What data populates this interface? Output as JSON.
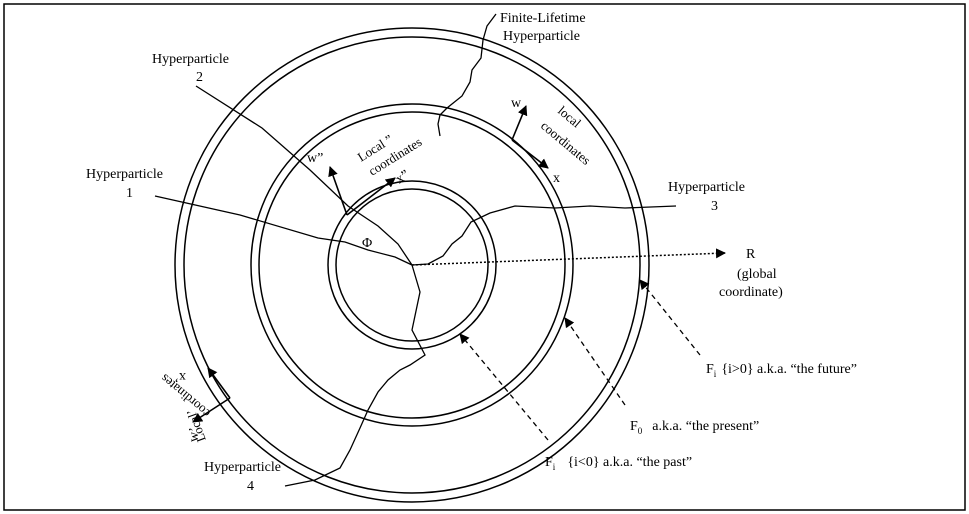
{
  "diagram": {
    "labels": {
      "finite_lifetime_1": "Finite-Lifetime",
      "finite_lifetime_2": "Hyperparticle",
      "hp2_1": "Hyperparticle",
      "hp2_2": "2",
      "hp1_1": "Hyperparticle",
      "hp1_2": "1",
      "hp3_1": "Hyperparticle",
      "hp3_2": "3",
      "hp4_1": "Hyperparticle",
      "hp4_2": "4",
      "w_dprime": "w”",
      "x_dprime": "x”",
      "local_dprime_1": "Local ”",
      "local_dprime_2": "coordinates",
      "w": "w",
      "x": "x",
      "local_1": "local",
      "local_2": "coordinates",
      "w_prime": "w’",
      "x_prime": "x’",
      "local_prime_1": "Local’",
      "local_prime_2": "coordinates",
      "phi": "Φ",
      "r": "R",
      "global_1": "(global",
      "global_2": "coordinate)",
      "future_f": "F",
      "future_sub": "i",
      "future_text": "{i>0} a.k.a. “the future”",
      "present_f": "F",
      "present_sub": "0",
      "present_text": "a.k.a. “the present”",
      "past_f": "F",
      "past_sub": "i",
      "past_text": "{i<0} a.k.a. “the past”"
    }
  }
}
